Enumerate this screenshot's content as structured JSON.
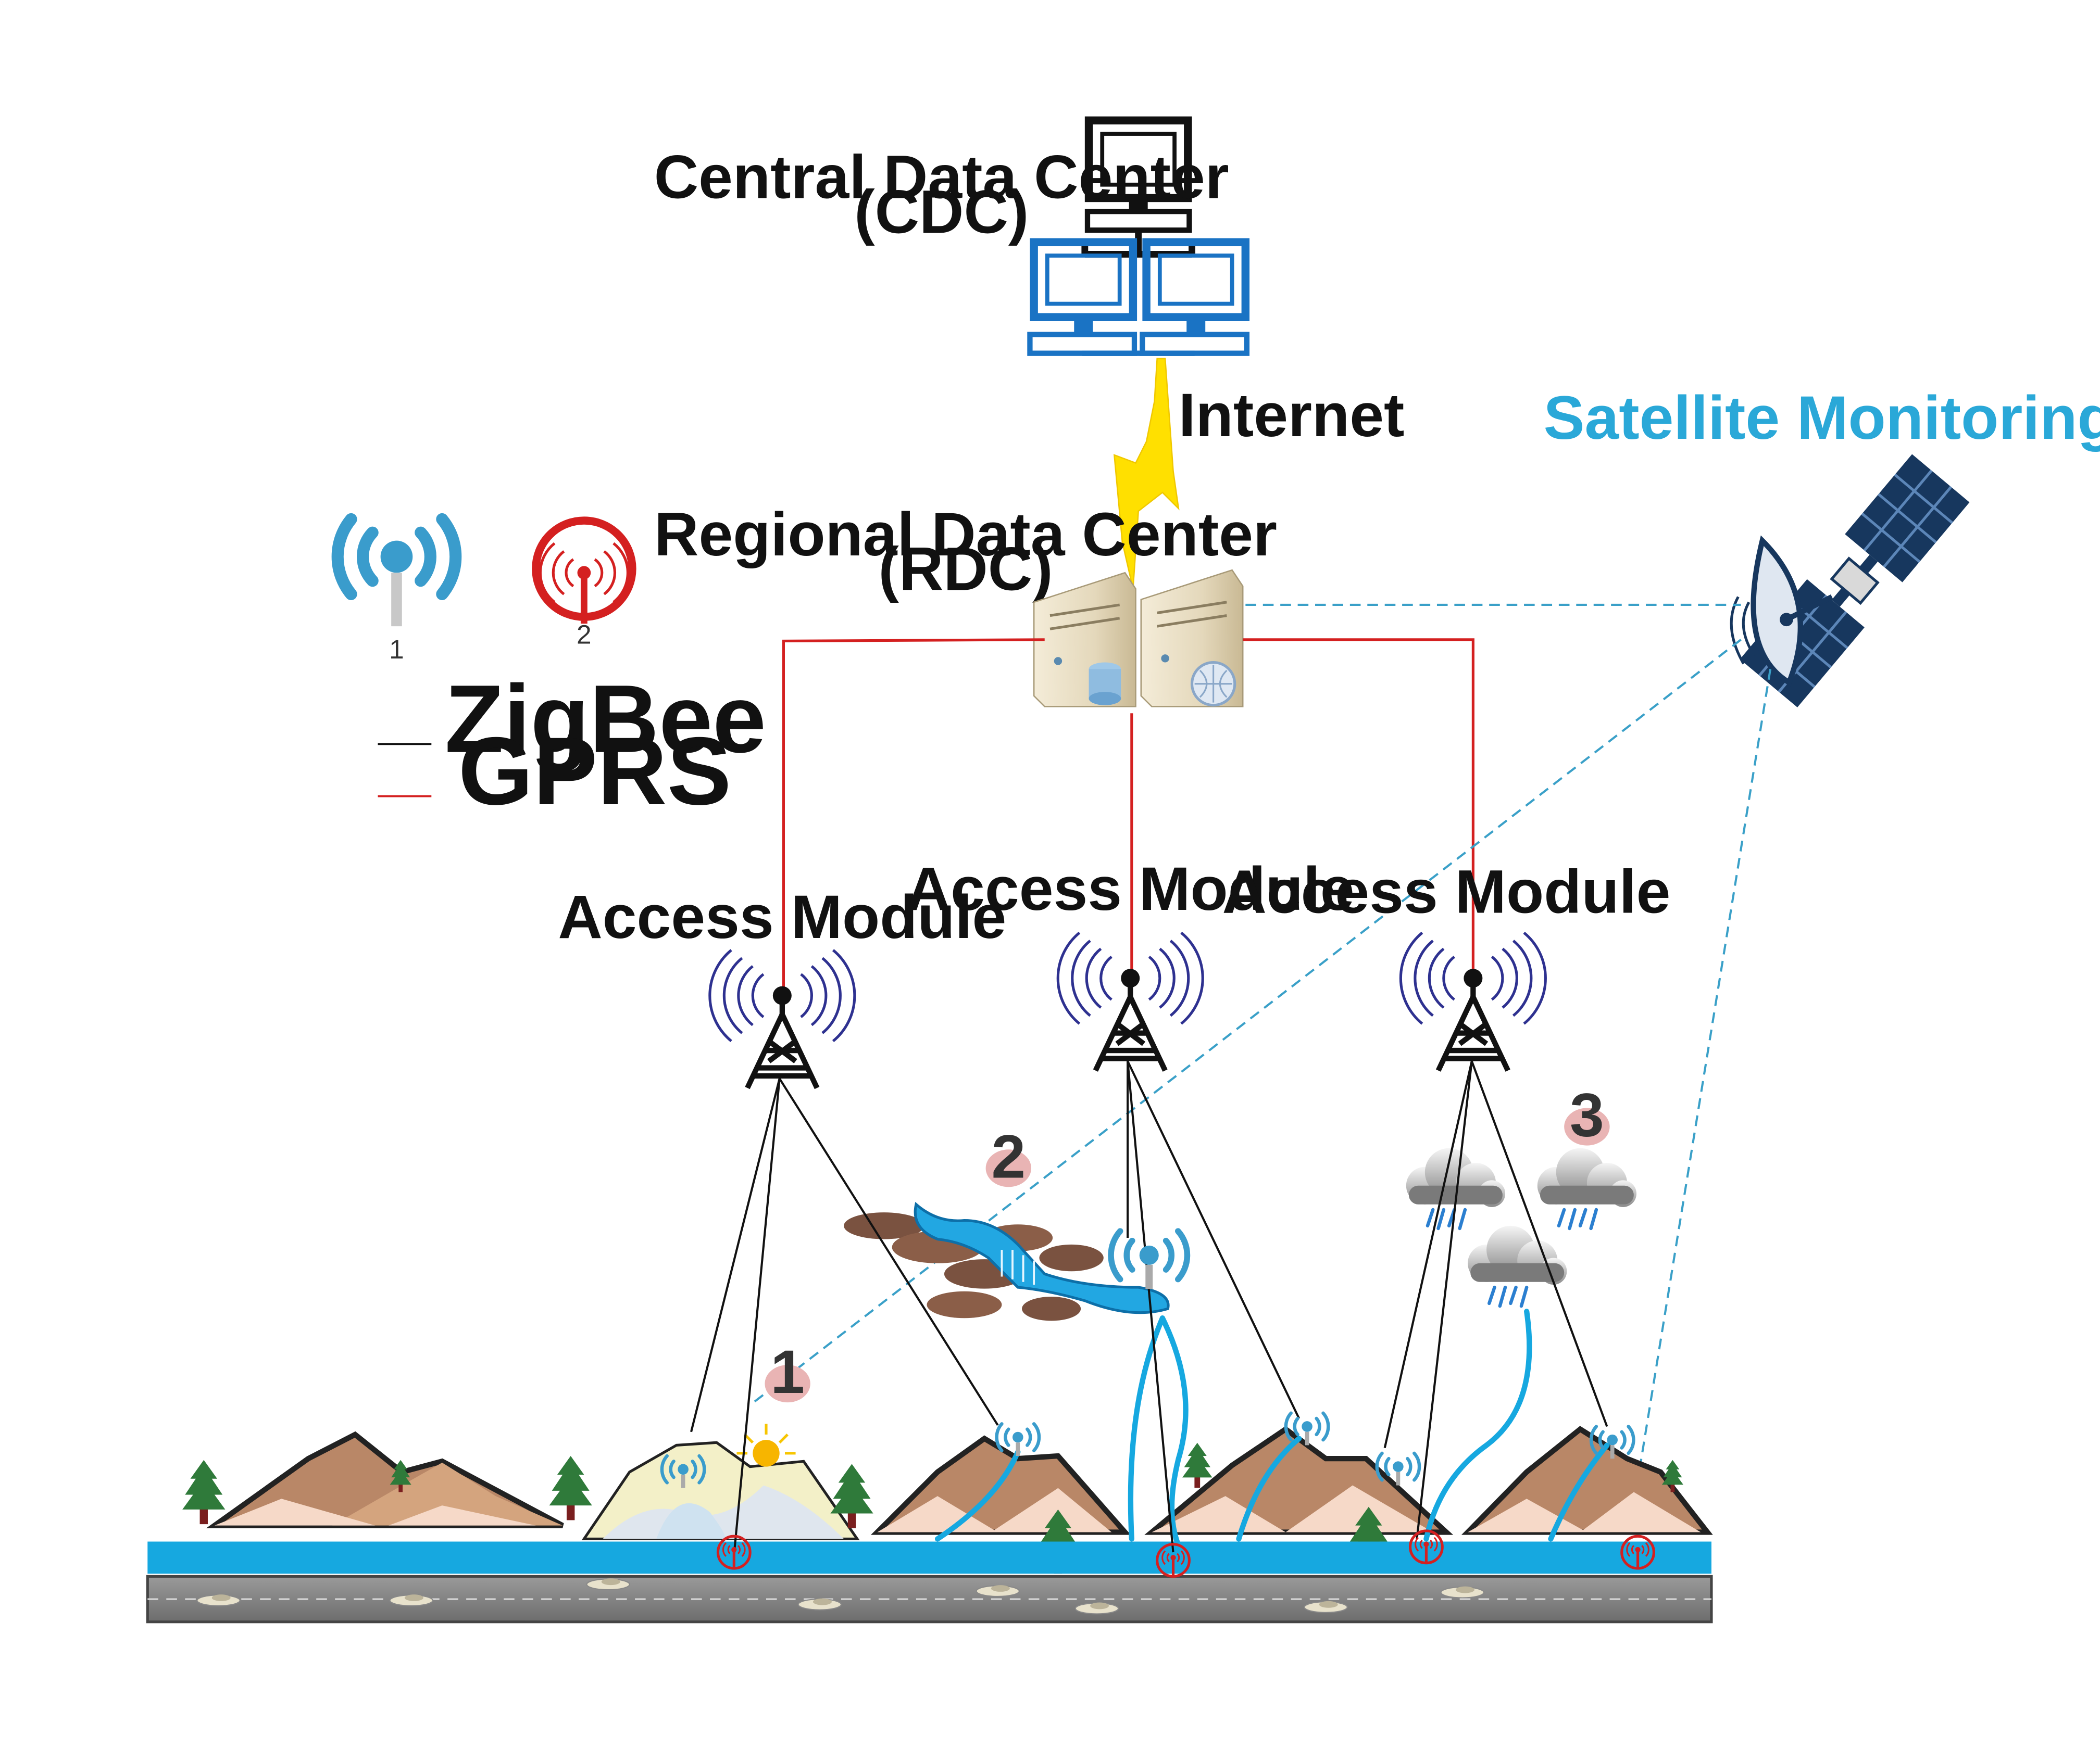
{
  "cdc": {
    "title": "Central Data Center",
    "abbr": "(CDC)"
  },
  "internet_label": "Internet",
  "rdc": {
    "title": "Regional Data Center",
    "abbr": "(RDC)"
  },
  "satellite_label": "Satellite Monitoring",
  "legend": {
    "icon_1_number": "1",
    "icon_2_number": "2",
    "zigbee_label": "ZigBee",
    "gprs_label": "GPRS"
  },
  "access_modules": [
    {
      "label": "Access Module"
    },
    {
      "label": "Access Module"
    },
    {
      "label": "Access Module"
    }
  ],
  "scenario_markers": [
    "1",
    "2",
    "3"
  ],
  "colors": {
    "zigbee_line": "#111111",
    "gprs_line": "#d42020",
    "satellite_link": "#3aa0c8",
    "satellite_label": "#2aa8d8",
    "computer_blue": "#1a73c4",
    "river": "#16a8e0",
    "zigbee_icon": "#3a9ccc",
    "gprs_icon": "#d42020",
    "marker_fill": "#e9b4b4",
    "mountain": "#b98767",
    "tree": "#2f7a3a",
    "lightning": "#ffe000"
  }
}
